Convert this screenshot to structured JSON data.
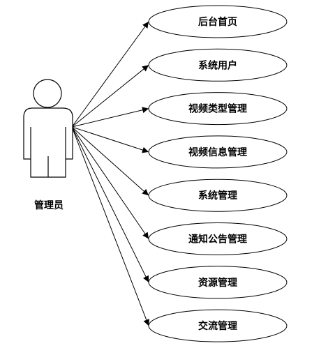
{
  "actor": {
    "label": "管理员"
  },
  "use_cases": [
    {
      "label": "后台首页"
    },
    {
      "label": "系统用户"
    },
    {
      "label": "视频类型管理"
    },
    {
      "label": "视频信息管理"
    },
    {
      "label": "系统管理"
    },
    {
      "label": "通知公告管理"
    },
    {
      "label": "资源管理"
    },
    {
      "label": "交流管理"
    }
  ]
}
